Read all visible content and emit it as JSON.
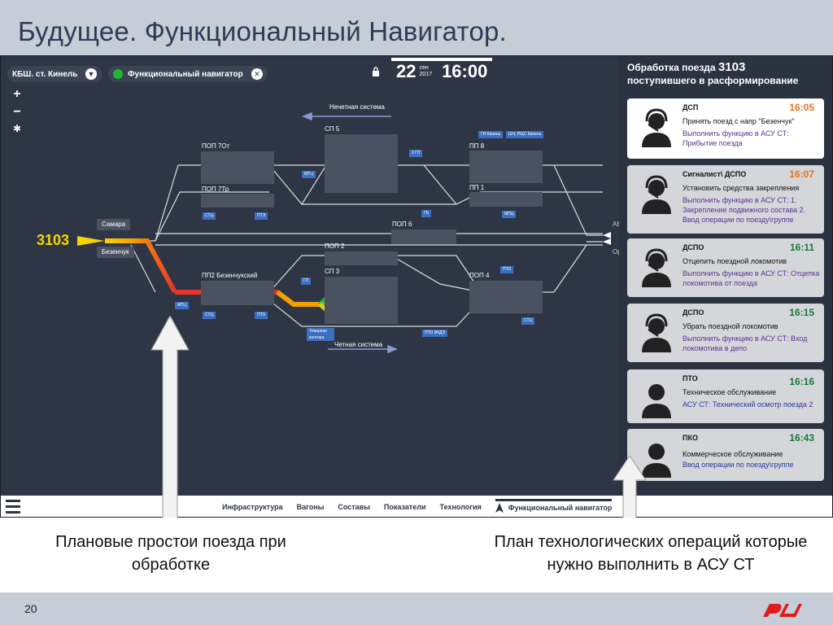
{
  "slide": {
    "title": "Будущее. Функциональный Навигатор.",
    "caption_left": "Плановые простои поезда при обработке",
    "caption_right": "План технологических операций которые нужно выполнить в АСУ СТ",
    "page_number": "20"
  },
  "app": {
    "station": "КБШ. ст. Кинель",
    "navigator_name": "Функциональный навигатор",
    "zoom_in": "+",
    "zoom_out": "−",
    "zoom_reset": "✱",
    "date_day": "22",
    "date_month": "сен",
    "date_year": "2017",
    "time": "16:00"
  },
  "diagram": {
    "train_number": "3103",
    "direction_samara": "Самара",
    "direction_bezenchuk": "Безенчук",
    "odd_system": "Нечетная система",
    "even_system": "Четная система",
    "tracks": {
      "pop7ot": "ПОП 7От",
      "pop7tr": "ПОП 7Тр",
      "sp5": "СП 5",
      "pp8": "ПП 8",
      "pp1": "ПП 1",
      "pop6": "ПОП 6",
      "pop2": "ПОП 2",
      "sp3": "СП 3",
      "pp2": "ПП2 Безенчукский",
      "pop4": "ПОП 4"
    },
    "tags": {
      "mts1": "МТЦ",
      "mts2": "МТЦ",
      "mts3": "МПЦ",
      "sts1": "СТЦ",
      "sts2": "СТЦ",
      "sts3": "СТЦ",
      "pto1": "ПТЭ",
      "pto2": "ПТО",
      "pto3": "ПТО",
      "pto_vid": "ПТО ВЧДЭ",
      "g2": "2 ГП",
      "gb": "ГБ",
      "gp": "ГП",
      "gn_kinel": "ГН Кинель",
      "sh_pch_kinel": "ШЧ, РЩС Кинель",
      "tov_kontora": "Товарная контора"
    },
    "right_edge_a": "АБд",
    "right_edge_b": "Ор"
  },
  "nav": {
    "items": [
      "Инфраструктура",
      "Вагоны",
      "Составы",
      "Показатели",
      "Технология"
    ],
    "active": "Функциональный навигатор"
  },
  "panel": {
    "title_line1": "Обработка поезда",
    "title_num": "3103",
    "title_line2": "поступившего в расформирование",
    "cards": [
      {
        "role": "ДСП",
        "time": "16:05",
        "action": "Принять поезд с напр \"Безенчук\"",
        "func": "Выполнить функцию в АСУ СТ: Прибытие поезда"
      },
      {
        "role": "Сигналист\\ ДСПО",
        "time": "16:07",
        "action": "Установить средства закрепления",
        "func": "Выполнить функцию в АСУ СТ: 1. Закрепление подвижного состава 2. Ввод операции по поезду\\группе"
      },
      {
        "role": "ДСПО",
        "time": "16:11",
        "action": "Отцепить поездной локомотив",
        "func": "Выполнить функцию в АСУ СТ: Отцепка локомотива от поезда"
      },
      {
        "role": "ДСПО",
        "time": "16:15",
        "action": "Убрать поездной локомотив",
        "func": "Выполнить функцию в АСУ СТ: Вход локомотива в депо"
      },
      {
        "role": "ПТО",
        "time": "16:16",
        "action": "Техническое обслуживание",
        "func": "АСУ СТ: Технический осмотр поезда 2"
      },
      {
        "role": "ПКО",
        "time": "16:43",
        "action": "Коммерческое обслуживание",
        "func": "Ввод операции по поезду\\группе"
      }
    ]
  },
  "colors": {
    "screen_bg": "#2e3646",
    "panel_bg": "#2b3240",
    "time_orange": "#e8731c",
    "time_green": "#1a7a3a",
    "func_purple": "#5a3591",
    "train_yellow": "#f5d400"
  }
}
